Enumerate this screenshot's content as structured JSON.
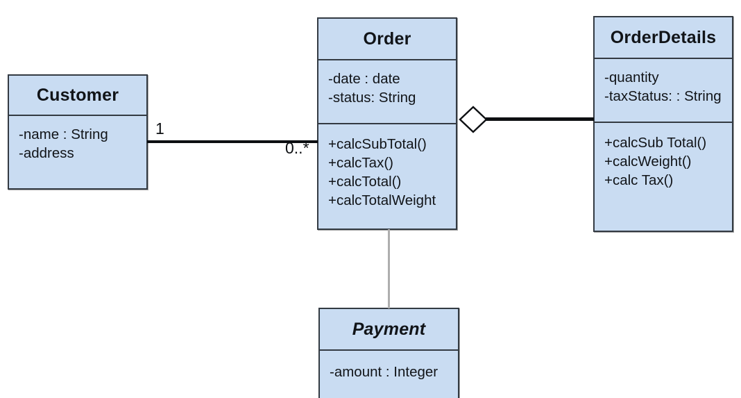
{
  "diagram": {
    "type": "uml-class-diagram",
    "background_color": "#ffffff",
    "class_fill_color": "#c9dcf2",
    "class_border_color": "#333a42",
    "classes": [
      {
        "id": "customer",
        "name": "Customer",
        "abstract": false,
        "attributes": [
          "-name : String",
          "-address"
        ],
        "operations": []
      },
      {
        "id": "order",
        "name": "Order",
        "abstract": false,
        "attributes": [
          "-date : date",
          "-status: String"
        ],
        "operations": [
          "+calcSubTotal()",
          "+calcTax()",
          "+calcTotal()",
          "+calcTotalWeight"
        ]
      },
      {
        "id": "orderdetails",
        "name": "OrderDetails",
        "abstract": false,
        "attributes": [
          "-quantity",
          "-taxStatus: : String"
        ],
        "operations": [
          "+calcSub Total()",
          "+calcWeight()",
          "+calc Tax()"
        ]
      },
      {
        "id": "payment",
        "name": "Payment",
        "abstract": true,
        "attributes": [
          "-amount : Integer"
        ],
        "operations": []
      }
    ],
    "relationships": [
      {
        "id": "customer-order",
        "kind": "association",
        "from": "Customer",
        "to": "Order",
        "source_multiplicity": "1",
        "target_multiplicity": "0..*"
      },
      {
        "id": "order-orderdetails",
        "kind": "aggregation",
        "from": "Order",
        "to": "OrderDetails",
        "diamond": "hollow",
        "diamond_end": "Order"
      },
      {
        "id": "order-payment",
        "kind": "association",
        "from": "Order",
        "to": "Payment",
        "line_color": "#aeaeae"
      }
    ]
  }
}
